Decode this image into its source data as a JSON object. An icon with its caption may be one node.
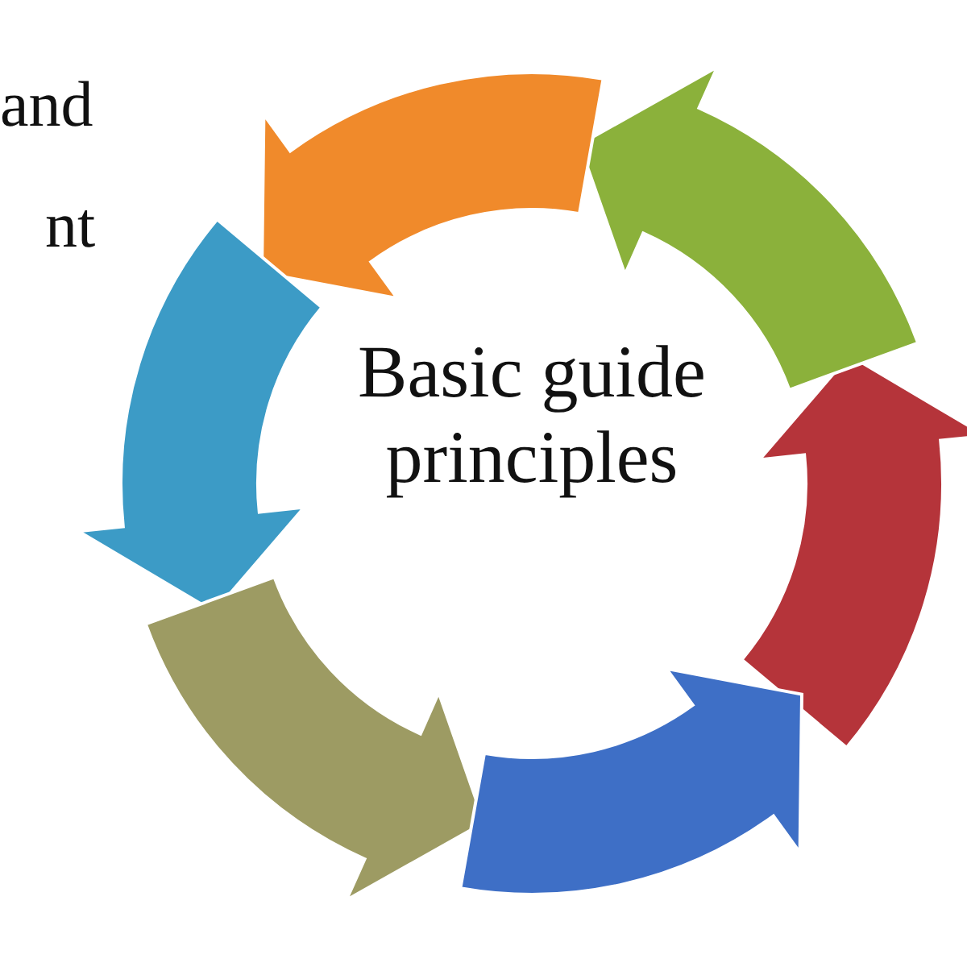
{
  "diagram": {
    "nodes": [
      {
        "text": [
          "Basic guide principles"
        ]
      }
    ],
    "labels": [
      "and",
      "nt"
    ]
  }
}
